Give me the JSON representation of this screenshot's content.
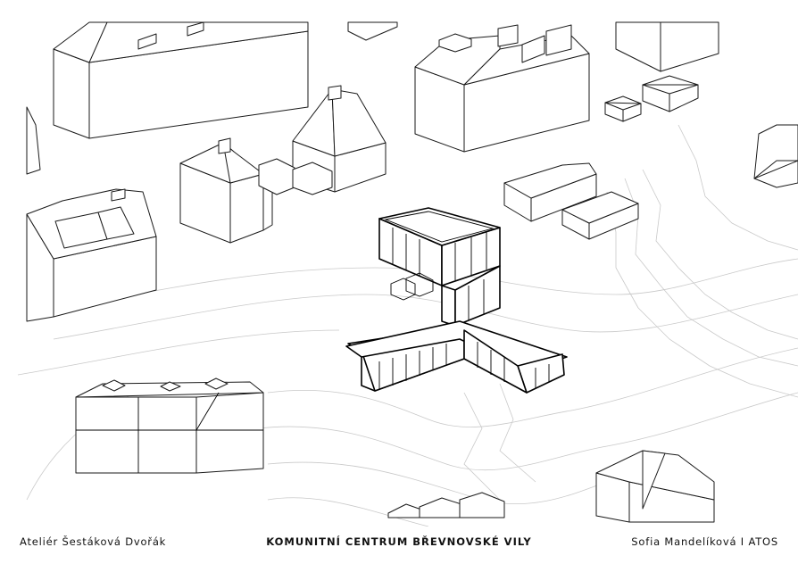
{
  "footer": {
    "left": "Ateliér Šestáková Dvořák",
    "center": "KOMUNITNÍ CENTRUM BŘEVNOVSKÉ VILY",
    "right": "Sofia Mandelíková I ATOS"
  }
}
